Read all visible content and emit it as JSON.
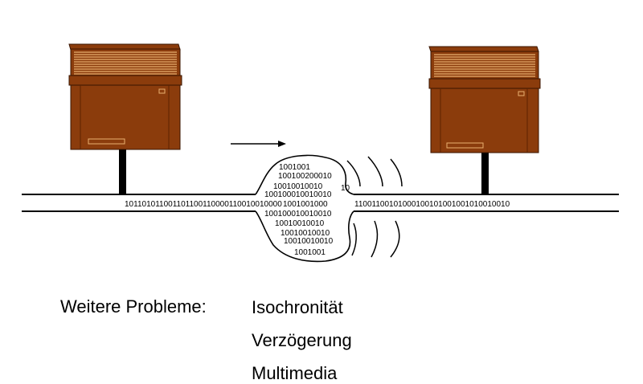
{
  "diagram": {
    "colors": {
      "device_body": "#8b3c0c",
      "device_outline": "#3a1500",
      "line": "#000000"
    },
    "bits": {
      "left_stream": "101101011001101100110000110010010000",
      "right_stream": "11001100101000100101001001010010010",
      "stray": "10",
      "cloud_lines": [
        "1001001",
        "100100200010",
        "10010010010",
        "100100010010010",
        "1001001000",
        "100100010010010",
        "10010010010",
        "10010010010",
        "10010010010",
        "1001001"
      ]
    }
  },
  "caption": {
    "heading": "Weitere Probleme:",
    "items": [
      "Isochronität",
      "Verzögerung",
      "Multimedia"
    ]
  }
}
